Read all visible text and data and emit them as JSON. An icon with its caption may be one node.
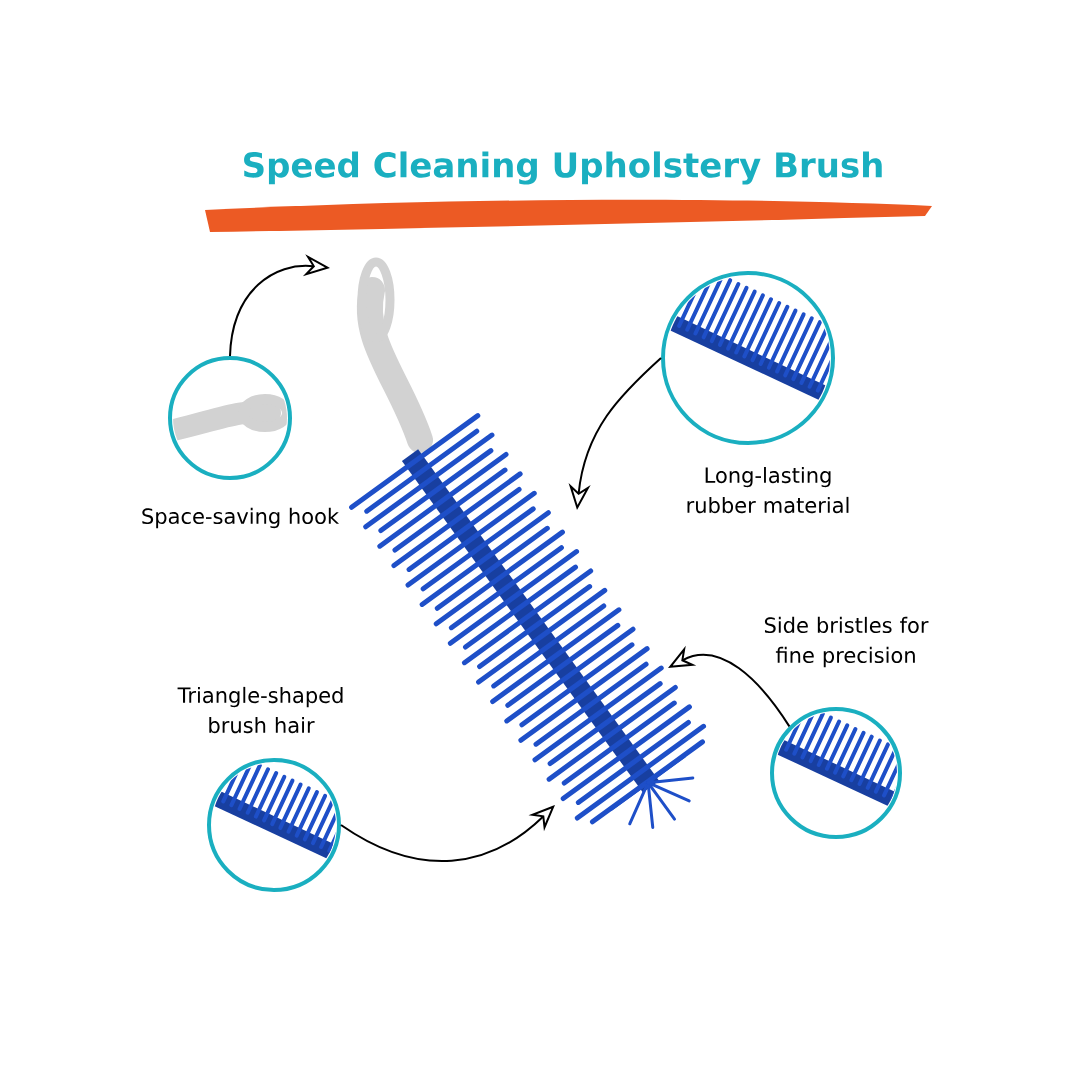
{
  "diagram": {
    "title": "Speed Cleaning Upholstery Brush",
    "nodes": [
      {
        "text": [],
        "shape": "picture",
        "beside": [
          "Space-saving hook"
        ]
      },
      {
        "text": [],
        "shape": "picture",
        "beside": [
          "Long-lasting rubber material"
        ]
      },
      {
        "text": [],
        "shape": "picture",
        "beside": [
          "Triangle-shaped brush hair"
        ]
      },
      {
        "text": [],
        "shape": "picture",
        "beside": [
          "Side bristles for fine precision"
        ]
      }
    ],
    "edges": [
      {
        "from": 0,
        "to": null,
        "arrow": "to"
      },
      {
        "from": 1,
        "to": null,
        "arrow": "to"
      },
      {
        "from": 2,
        "to": null,
        "arrow": "to"
      },
      {
        "from": 3,
        "to": null,
        "arrow": "to"
      }
    ]
  }
}
